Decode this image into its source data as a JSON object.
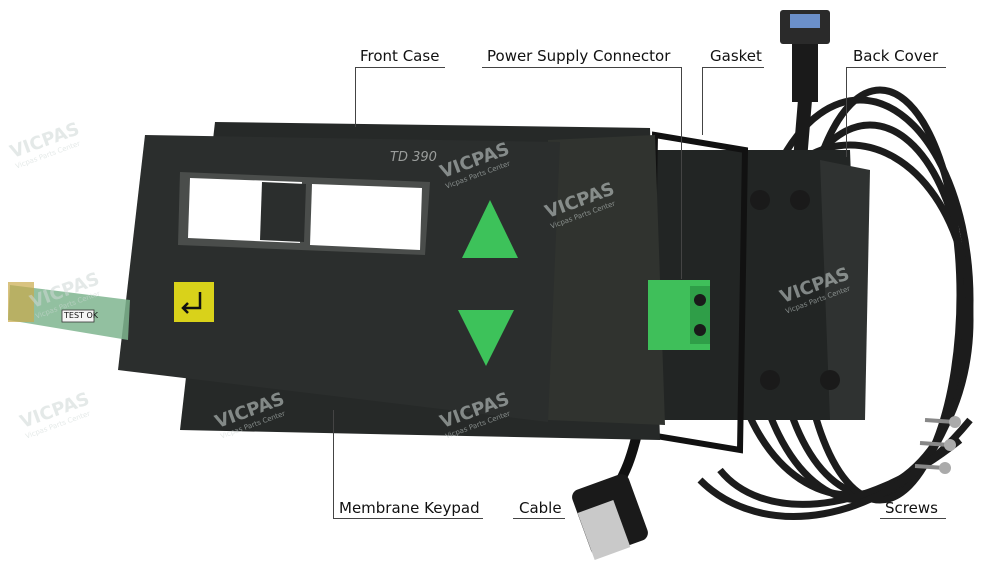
{
  "device": {
    "model": "TD 390",
    "test_tag": "TEST OK",
    "enter_key_icon": "enter-arrow-icon",
    "up_key_icon": "up-triangle-icon",
    "down_key_icon": "down-triangle-icon"
  },
  "labels": {
    "front_case": "Front Case",
    "power_supply_connector": "Power Supply Connector",
    "gasket": "Gasket",
    "back_cover": "Back Cover",
    "membrane_keypad": "Membrane Keypad",
    "cable": "Cable",
    "screws": "Screws"
  },
  "watermark": {
    "brand": "VICPAS",
    "tagline": "Vicpas Parts Center"
  },
  "colors": {
    "case": "#2b2e2d",
    "green_key": "#3dc25a",
    "enter_key": "#d9d21a",
    "connector": "#3fbf5a",
    "label_text": "#111111"
  }
}
